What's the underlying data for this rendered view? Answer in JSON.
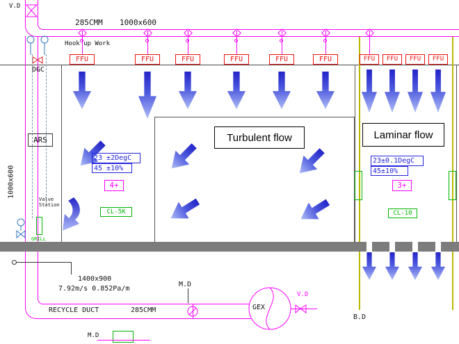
{
  "colors": {
    "duct_magenta": "#ff00ff",
    "ffu_red": "#ee1111",
    "env_blue": "#2222dd",
    "clean_green": "#00b400",
    "wall_olive": "#b9b900",
    "floor_gray": "#7c7c7c",
    "arrow_blue_dark": "#2424c8",
    "arrow_blue_light": "#aebcf7"
  },
  "top": {
    "vd": "V.D",
    "flow": "285CMM",
    "duct_size": "1000x600",
    "hookup": "Hook up Work"
  },
  "left": {
    "dgc": "DGC",
    "ars": "ARS",
    "riser_size": "1000x600",
    "valve_station": "Valve\nStation",
    "grill": "GRILL"
  },
  "zones": {
    "turbulent": {
      "name": "Turbulent flow",
      "temp": "23 ±2DegC",
      "rh": "45 ±10%",
      "class": "4+",
      "cleanliness": "CL-5K"
    },
    "laminar": {
      "name": "Laminar flow",
      "temp": "23±0.1DegC",
      "rh": "45±10%",
      "class": "3+",
      "cleanliness": "CL-10"
    }
  },
  "equipment": {
    "ffu": "FFU",
    "gex": "GEX",
    "md": "M.D",
    "vd": "V.D",
    "bd": "B.D"
  },
  "bottom": {
    "duct_size": "1400x900",
    "velocity": "7.92m/s 0.852Pa/m",
    "recycle": "RECYCLE DUCT",
    "flow": "285CMM",
    "md": "M.D"
  }
}
